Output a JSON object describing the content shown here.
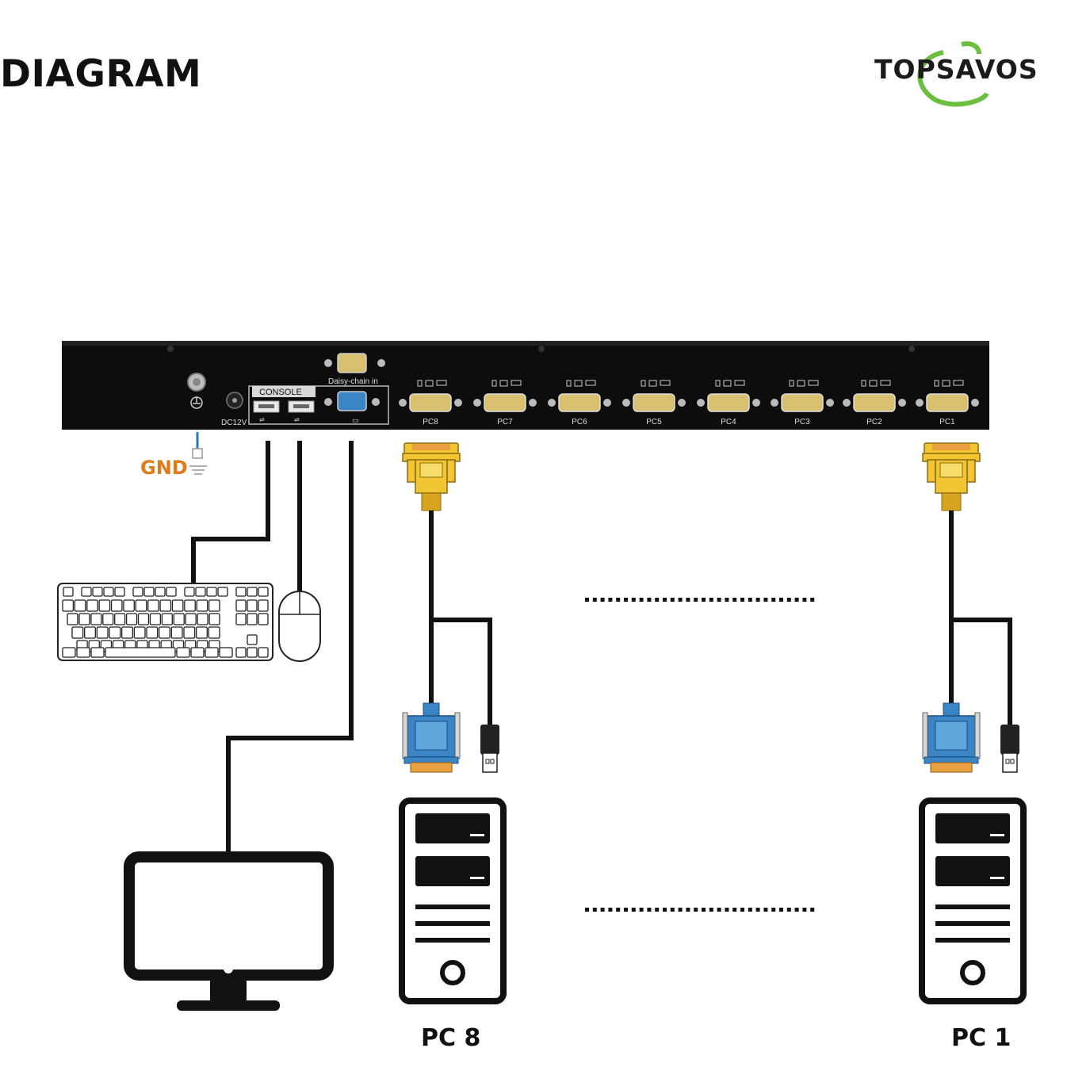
{
  "title": "DIAGRAM",
  "brand": {
    "name": "TOPSAVOS",
    "ring_color": "#6abf3f",
    "text_color": "#1b1b1b"
  },
  "device": {
    "console_label": "CONSOLE",
    "daisy_label": "Daisy-chain in",
    "power_label": "DC12V",
    "ports": [
      "PC8",
      "PC7",
      "PC6",
      "PC5",
      "PC4",
      "PC3",
      "PC2",
      "PC1"
    ],
    "body_color": "#0d0d0d",
    "port_color": "#d9c070"
  },
  "gnd_label": "GND",
  "computers": [
    {
      "label": "PC 8"
    },
    {
      "label": "PC 1"
    }
  ],
  "colors": {
    "gnd": "#e07a1a",
    "vga_pc_side": "#f2c533",
    "vga_host_side": "#3a85c6",
    "cable": "#111111"
  },
  "icons": [
    "ground-icon",
    "usb-icon",
    "monitor-port-icon",
    "keyboard-icon",
    "mouse-icon",
    "monitor-icon",
    "pc-tower-icon",
    "vga-connector-icon",
    "usb-connector-icon"
  ]
}
